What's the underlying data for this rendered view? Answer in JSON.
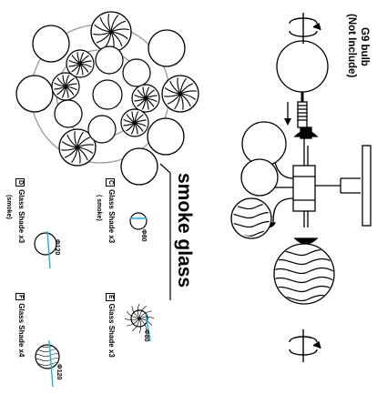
{
  "diagram": {
    "title": "smoke glass",
    "bulb": {
      "line1": "G9 bulb",
      "line2": "(Not Include)"
    },
    "parts": [
      {
        "letter": "C",
        "name": "Glass Shade",
        "qty": "x3",
        "note": "( smoke)",
        "size": "Φ80"
      },
      {
        "letter": "D",
        "name": "Glass Shade",
        "qty": "x3",
        "note": "(smoke)",
        "size": "Φ120"
      },
      {
        "letter": "E",
        "name": "Glass Shade",
        "qty": "x3",
        "note": "",
        "size": "Φ80"
      },
      {
        "letter": "F",
        "name": "Glass Shade",
        "qty": "x4",
        "note": "",
        "size": "Φ120"
      }
    ],
    "colors": {
      "line": "#000000",
      "ring": "#9a9a9a",
      "dimension": "#19b3d8"
    }
  }
}
